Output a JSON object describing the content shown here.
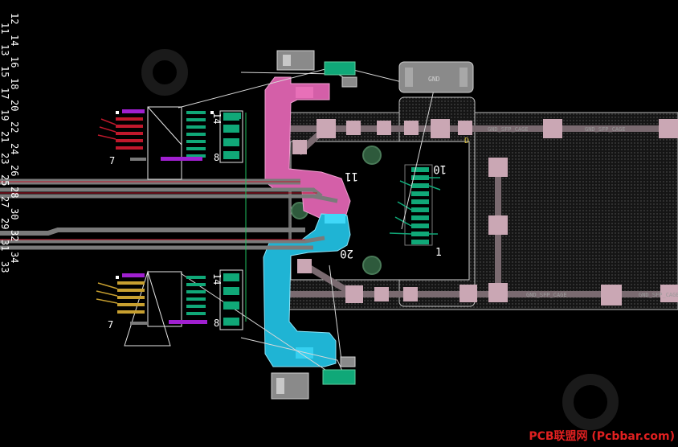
{
  "view": {
    "pin_numbers_left": [
      "12",
      "14",
      "16",
      "18",
      "20",
      "22",
      "24",
      "26",
      "28",
      "30",
      "32",
      "34"
    ],
    "pin_numbers_left_alt": [
      "11",
      "13",
      "15",
      "17",
      "19",
      "21",
      "23",
      "25",
      "27",
      "29",
      "31",
      "33"
    ],
    "labels": {
      "gnd_top": "GND",
      "gnd_sfp_cage_1": "GND_SFP_CAGE",
      "gnd_sfp_cage_2": "GND_SFP_CAGE",
      "gnd_sfp_cage_3": "GND_SFP_CAGE",
      "gnd_sfp_cage_4": "GND_SFP_CAGE",
      "pin_11": "11",
      "pin_10": "10",
      "pin_20": "20",
      "pin_1": "1",
      "top_ic_pin_14": "14",
      "top_ic_pin_8": "8",
      "top_ic_pin_7": "7",
      "bot_ic_pin_14": "14",
      "bot_ic_pin_8": "8",
      "bot_ic_pin_7": "7",
      "designator_d": "D"
    },
    "watermark": "PCB联盟网 (Pcbbar.com)"
  },
  "colors": {
    "background": "#000000",
    "copper_pink": "#d45fa8",
    "copper_cyan": "#1fb4d4",
    "pad_green": "#10a878",
    "trace_red": "#c0182c",
    "trace_purple": "#a020d0",
    "trace_yellow": "#c8a030",
    "outline_white": "#e6e6e6",
    "gray_plane": "#787878",
    "via_pink": "#e8c8d8",
    "via_green": "#2e5a3c",
    "watermark_red": "#e02020"
  }
}
